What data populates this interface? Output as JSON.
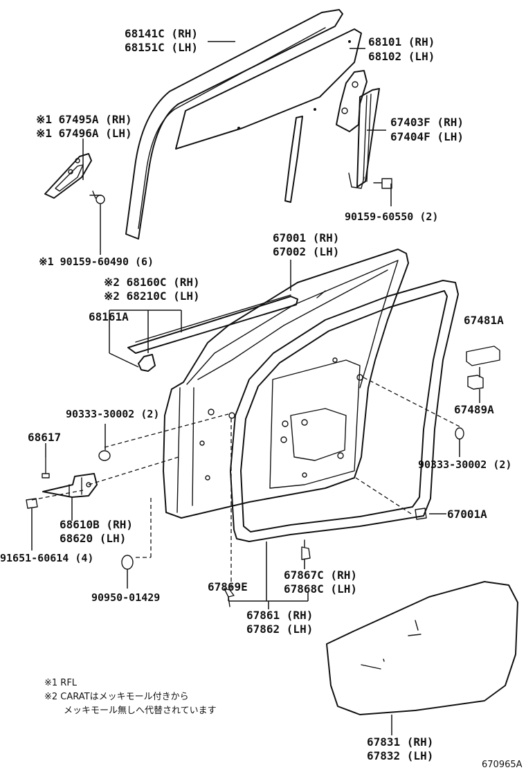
{
  "parts": {
    "p68141C": "68141C (RH)",
    "p68151C": "68151C (LH)",
    "p68101": "68101 (RH)",
    "p68102": "68102 (LH)",
    "p67495A": "※1 67495A (RH)",
    "p67496A": "※1 67496A (LH)",
    "p67403F": "67403F (RH)",
    "p67404F": "67404F (LH)",
    "p90159_60550": "90159-60550 (2)",
    "p90159_60490": "※1 90159-60490 (6)",
    "p67001": "67001 (RH)",
    "p67002": "67002 (LH)",
    "p68160C": "※2 68160C (RH)",
    "p68210C": "※2 68210C (LH)",
    "p68161A": "68161A",
    "p67481A": "67481A",
    "p67489A": "67489A",
    "p90333_left": "90333-30002 (2)",
    "p90333_right": "90333-30002 (2)",
    "p68617": "68617",
    "p68610B": "68610B (RH)",
    "p68620": "68620 (LH)",
    "p67001A": "67001A",
    "p91651": "91651-60614 (4)",
    "p67869E": "67869E",
    "p67867C": "67867C (RH)",
    "p67868C": "67868C (LH)",
    "p90950": "90950-01429",
    "p67861": "67861 (RH)",
    "p67862": "67862 (LH)",
    "p67831": "67831 (RH)",
    "p67832": "67832 (LH)"
  },
  "notes": {
    "n1": "※1 RFL",
    "n2_line1": "※2 CARATはメッキモール付きから",
    "n2_line2": "メッキモール無しへ代替されています"
  },
  "doc_id": "670965A"
}
